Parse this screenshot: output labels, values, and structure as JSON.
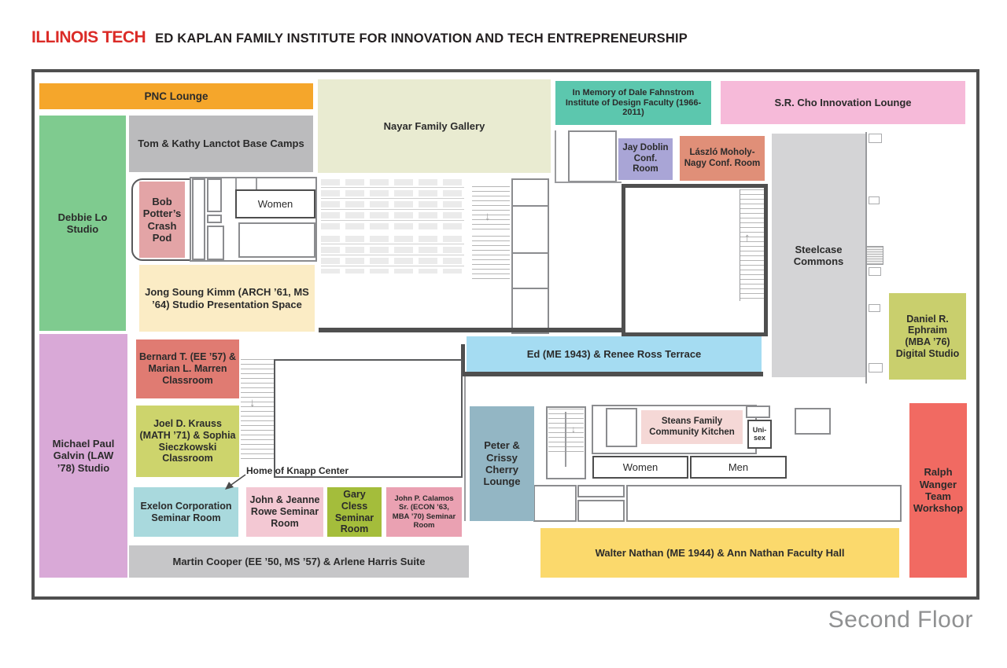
{
  "header": {
    "logo": "ILLINOIS TECH",
    "title": "ED KAPLAN FAMILY INSTITUTE FOR INNOVATION AND TECH ENTREPRENEURSHIP"
  },
  "floor_label": "Second Floor",
  "colors": {
    "logo_red": "#DB2B27",
    "wall_dark": "#4F4F4F",
    "floor_label_gray": "#8F9091"
  },
  "rooms": {
    "pnc": {
      "label": "PNC Lounge",
      "color": "#F5A62B"
    },
    "debbie": {
      "label": "Debbie Lo Studio",
      "color": "#7FCB8F"
    },
    "lanctot": {
      "label": "Tom & Kathy Lanctot Base Camps",
      "color": "#BBBBBD"
    },
    "nayar": {
      "label": "Nayar Family Gallery",
      "color": "#E9EBD1"
    },
    "fahnstrom": {
      "label": "In Memory of Dale Fahnstrom Institute of Design Faculty (1966-2011)",
      "color": "#5CC7AE"
    },
    "cho": {
      "label": "S.R. Cho Innovation Lounge",
      "color": "#F6BAD9"
    },
    "doblin": {
      "label": "Jay Doblin Conf. Room",
      "color": "#A9A5D6"
    },
    "moholy": {
      "label": "László Moholy-Nagy Conf. Room",
      "color": "#E08F78"
    },
    "steelcase": {
      "label": "Steelcase Commons",
      "color": "#D4D4D6"
    },
    "potter": {
      "label": "Bob Potter’s Crash Pod",
      "color": "#E3A4A6"
    },
    "kimm": {
      "label": "Jong Soung Kimm (ARCH ’61, MS ’64) Studio Presentation Space",
      "color": "#FBECC5"
    },
    "ephraim": {
      "label": "Daniel R. Ephraim (MBA ’76) Digital Studio",
      "color": "#C9CF6D"
    },
    "terrace": {
      "label": "Ed (ME 1943) & Renee Ross Terrace",
      "color": "#A5DCF2"
    },
    "galvin": {
      "label": "Michael Paul Galvin (LAW ’78) Studio",
      "color": "#D9A9D7"
    },
    "marren": {
      "label": "Bernard T. (EE ’57) & Marian L. Marren Classroom",
      "color": "#E07B72"
    },
    "krauss": {
      "label": "Joel D. Krauss (MATH ’71) & Sophia Sieczkowski Classroom",
      "color": "#CDD46C"
    },
    "exelon": {
      "label": "Exelon Corporation Seminar Room",
      "color": "#A9D9DD"
    },
    "rowe": {
      "label": "John & Jeanne Rowe Seminar Room",
      "color": "#F3C8D3"
    },
    "cless": {
      "label": "Gary Cless Seminar Room",
      "color": "#A4BD3B"
    },
    "calamos": {
      "label": "John P. Calamos Sr. (ECON ’63, MBA ’70) Seminar Room",
      "color": "#EAA1B2"
    },
    "cooper": {
      "label": "Martin Cooper (EE ’50, MS ’57) & Arlene Harris Suite",
      "color": "#C6C6C8"
    },
    "cherry": {
      "label": "Peter & Crissy Cherry Lounge",
      "color": "#93B6C4"
    },
    "steans": {
      "label": "Steans Family Community Kitchen",
      "color": "#F5D8D6"
    },
    "nathan": {
      "label": "Walter Nathan (ME 1944) & Ann Nathan Faculty Hall",
      "color": "#FBD96C"
    },
    "wanger": {
      "label": "Ralph Wanger Team Workshop",
      "color": "#F16A62"
    }
  },
  "facilities": {
    "women_top": "Women",
    "women": "Women",
    "men": "Men",
    "unisex": "Uni-sex"
  },
  "annotations": {
    "knapp": "Home of Knapp Center"
  }
}
